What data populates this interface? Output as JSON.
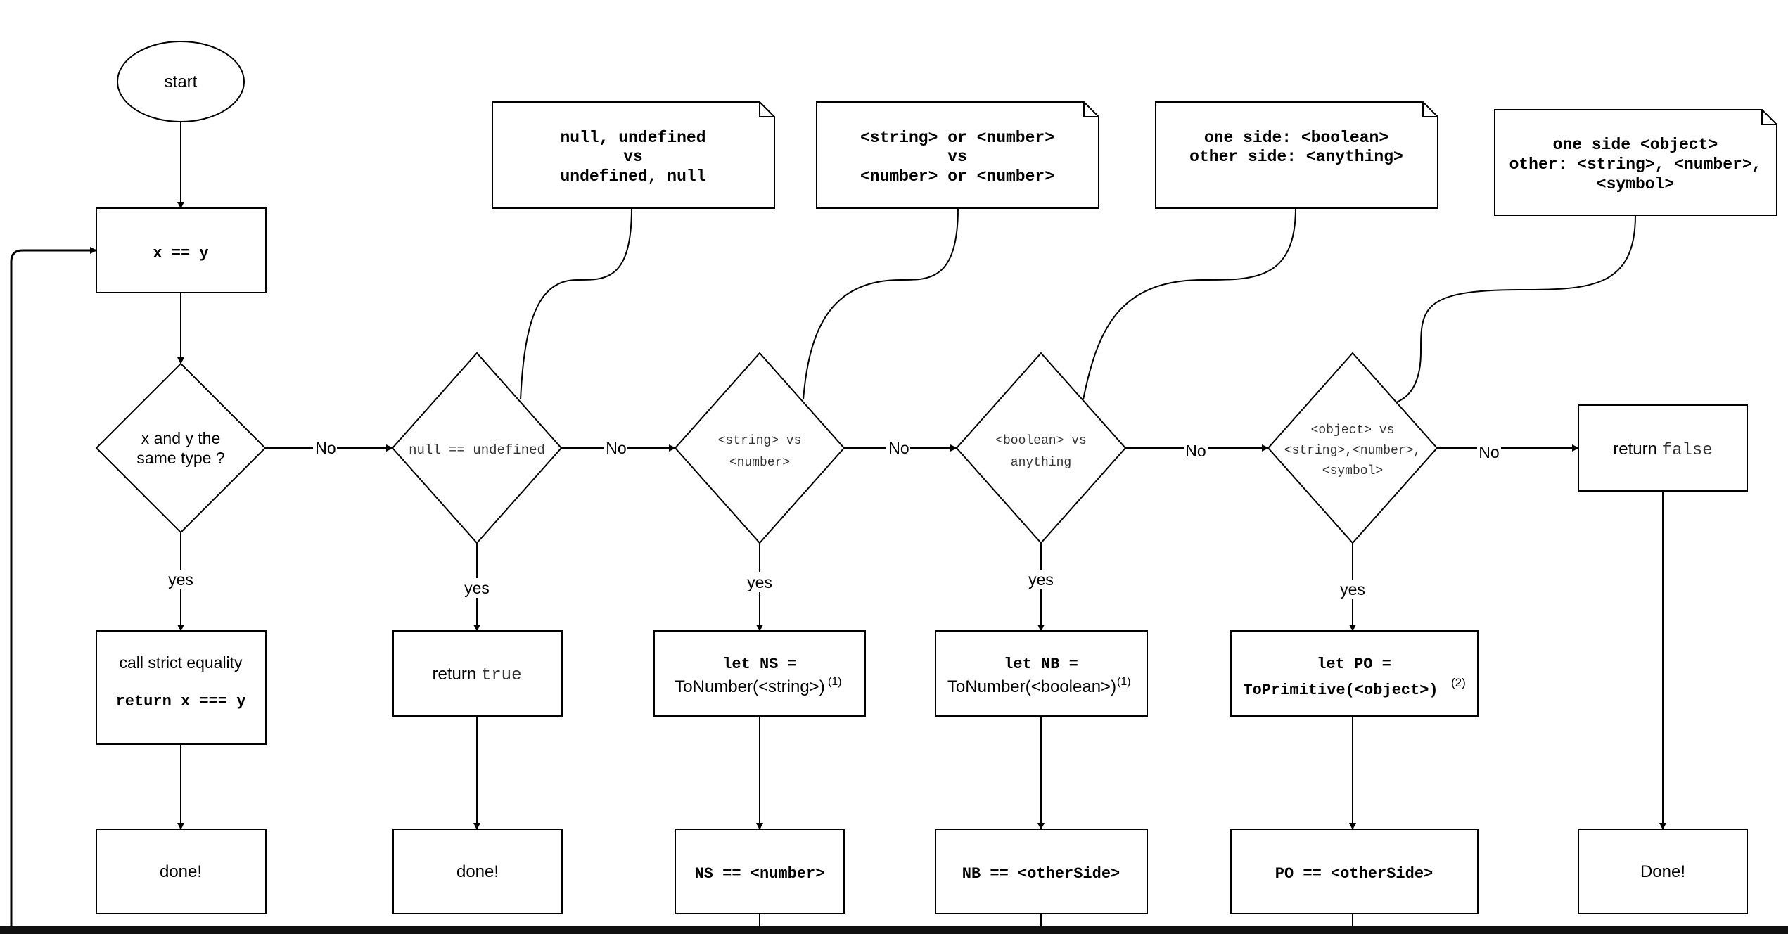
{
  "start": {
    "label": "start"
  },
  "main_check": {
    "label": "x == y"
  },
  "same_type": {
    "line1": "x and y the",
    "line2": "same type ?"
  },
  "strict": {
    "line1": "call strict equality",
    "line2": "return x === y"
  },
  "done": {
    "label": "done!"
  },
  "null_check": {
    "label": "null == undefined"
  },
  "return_true": {
    "text": "return ",
    "keyword": "true"
  },
  "done2": {
    "label": "done!"
  },
  "string_check": {
    "line1": "<string> vs",
    "line2": "<number>"
  },
  "let_ns": {
    "line1": "let NS =",
    "line2": "ToNumber(<string>)",
    "sup": "(1)"
  },
  "ns_eq": {
    "label": "NS == <number>"
  },
  "boolean_check": {
    "line1": "<boolean> vs",
    "line2": "anything"
  },
  "let_nb": {
    "line1": "let NB =",
    "line2": "ToNumber(<boolean>)",
    "sup": "(1)"
  },
  "nb_eq": {
    "label": "NB == <otherSide>"
  },
  "object_check": {
    "line1": "<object> vs",
    "line2": "<string>,<number>,",
    "line3": "<symbol>"
  },
  "let_po": {
    "line1": "let PO =",
    "line2": "ToPrimitive(<object>)",
    "sup": "(2)"
  },
  "po_eq": {
    "label": "PO == <otherSide>"
  },
  "return_false": {
    "text": "return ",
    "keyword": "false"
  },
  "done3": {
    "label": "Done!"
  },
  "note_null": {
    "line1": "null, undefined",
    "line2": "vs",
    "line3": "undefined, null"
  },
  "note_string": {
    "line1": "<string> or <number>",
    "line2": "vs",
    "line3": "<number> or <number>"
  },
  "note_boolean": {
    "line1": "one side: <boolean>",
    "line2": "other side: <anything>"
  },
  "note_object": {
    "line1": "one side <object>",
    "line2": "other: <string>, <number>,",
    "line3": "<symbol>"
  },
  "edges": {
    "no": "No",
    "yes": "yes"
  }
}
